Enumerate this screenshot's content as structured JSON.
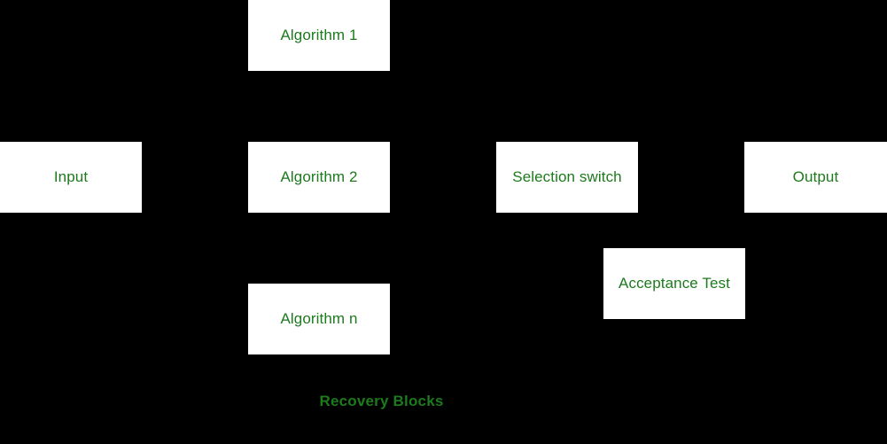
{
  "diagram": {
    "caption": "Recovery Blocks",
    "background_color": "#000000",
    "node_fill_color": "#ffffff",
    "text_color": "#1d7a1d",
    "nodes": [
      {
        "id": "algorithm-1",
        "label": "Algorithm 1"
      },
      {
        "id": "input",
        "label": "Input"
      },
      {
        "id": "algorithm-2",
        "label": "Algorithm 2"
      },
      {
        "id": "selection-switch",
        "label": "Selection switch"
      },
      {
        "id": "output",
        "label": "Output"
      },
      {
        "id": "acceptance-test",
        "label": "Acceptance Test"
      },
      {
        "id": "algorithm-n",
        "label": "Algorithm n"
      }
    ]
  }
}
